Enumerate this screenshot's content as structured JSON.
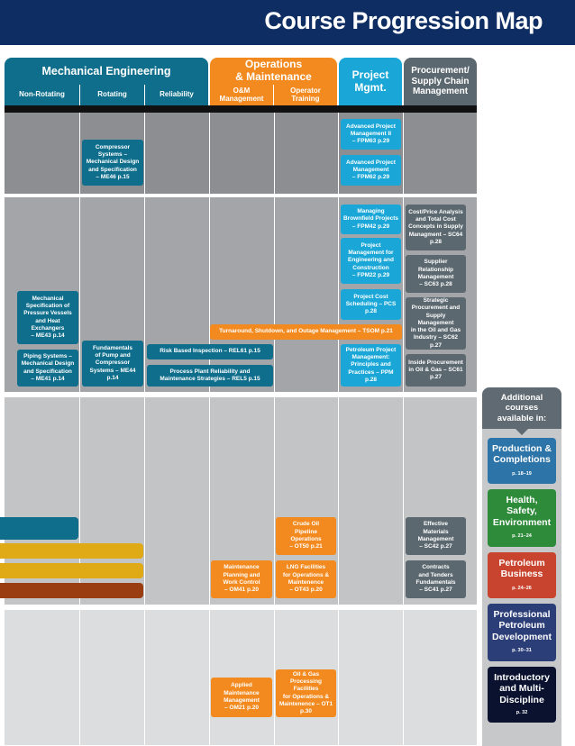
{
  "title": "Course Progression Map",
  "headers": {
    "mechanical": "Mechanical Engineering",
    "operations": "Operations\n& Maintenance",
    "project": "Project\nMgmt.",
    "procurement": "Procurement/\nSupply Chain\nManagement",
    "non_rotating": "Non-Rotating",
    "rotating": "Rotating",
    "reliability": "Reliability",
    "om_management": "O&M\nManagement",
    "operator_training": "Operator\nTraining"
  },
  "colors": {
    "navy": "#0d2d63",
    "teal": "#0e6e8c",
    "orange": "#f38a1f",
    "cyan": "#1aa7d8",
    "grey": "#5c6870",
    "yellow": "#e0a916",
    "brown": "#9a3e12"
  },
  "courses": {
    "fpm63": "Advanced Project\nManagement II\n– FPM63  p.29",
    "me46": "Compressor\nSystems –\nMechanical Design\nand Specification\n– ME46  p.15",
    "fpm62": "Advanced Project\nManagement\n– FPM62  p.29",
    "fpm42": "Managing\nBrownfield Projects\n– FPM42  p.29",
    "sc64": "Cost/Price Analysis\nand Total Cost\nConcepts in Supply\nManagment – SC64\np.28",
    "fpm22": "Project\nManagement for\nEngineering and\nConstruction\n– FPM22  p.29",
    "sc63": "Supplier\nRelationship\nManagement\n– SC63  p.28",
    "me43": "Mechanical\nSpecification of\nPressure Vessels\nand Heat\nExchangers\n– ME43  p.14",
    "pcs": "Project Cost\nScheduling – PCS\np.28",
    "sc62": "Strategic\nProcurement and\nSupply Management\nin the Oil and Gas\nIndustry – SC62\np.27",
    "tsom": "Turnaround, Shutdown, and Outage Management – TSOM  p.21",
    "me44": "Fundamentals\nof Pump and\nCompressor\nSystems – ME44\np.14",
    "rel61": "Risk Based Inspection – REL61  p.15",
    "ppm": "Petroleum Project\nManagement:\nPrinciples and\nPractices – PPM\np.28",
    "sc61": "Inside Procurement\nin Oil & Gas – SC61\np.27",
    "me41": "Piping Systems –\nMechanical Design\nand Specification\n– ME41  p.14",
    "rel5": "Process Plant Reliability and\nMaintenance Strategies – REL5  p.15",
    "ot50": "Crude Oil\nPipeline\nOperations\n– OT50  p.21",
    "sc42": "Effective\nMaterials\nManagement\n– SC42  p.27",
    "om41": "Maintenance\nPlanning and\nWork Control\n– OM41  p.20",
    "ot43": "LNG Facilities\nfor Operations &\nMaintenence\n– OT43  p.20",
    "sc41": "Contracts\nand Tenders\nFundamentals\n– SC41  p.27",
    "om21": "Applied\nMaintenance\nManagement\n– OM21  p.20",
    "ot1": "Oil & Gas\nProcessing Facilities\nfor Operations &\nMaintenence – OT1\np.30"
  },
  "sidebar": {
    "title": "Additional\ncourses\navailable in:",
    "items": [
      {
        "label": "Production &\nCompletions",
        "page": "p. 18–19",
        "color": "#2d74a8"
      },
      {
        "label": "Health,\nSafety,\nEnvironment",
        "page": "p. 21–24",
        "color": "#2e8b3a"
      },
      {
        "label": "Petroleum\nBusiness",
        "page": "p. 24–26",
        "color": "#c8442e"
      },
      {
        "label": "Professional\nPetroleum\nDevelopment",
        "page": "p. 30–31",
        "color": "#2b3e78"
      },
      {
        "label": "Introductory\nand Multi-\nDiscipline",
        "page": "p. 32",
        "color": "#0a1230"
      }
    ]
  }
}
